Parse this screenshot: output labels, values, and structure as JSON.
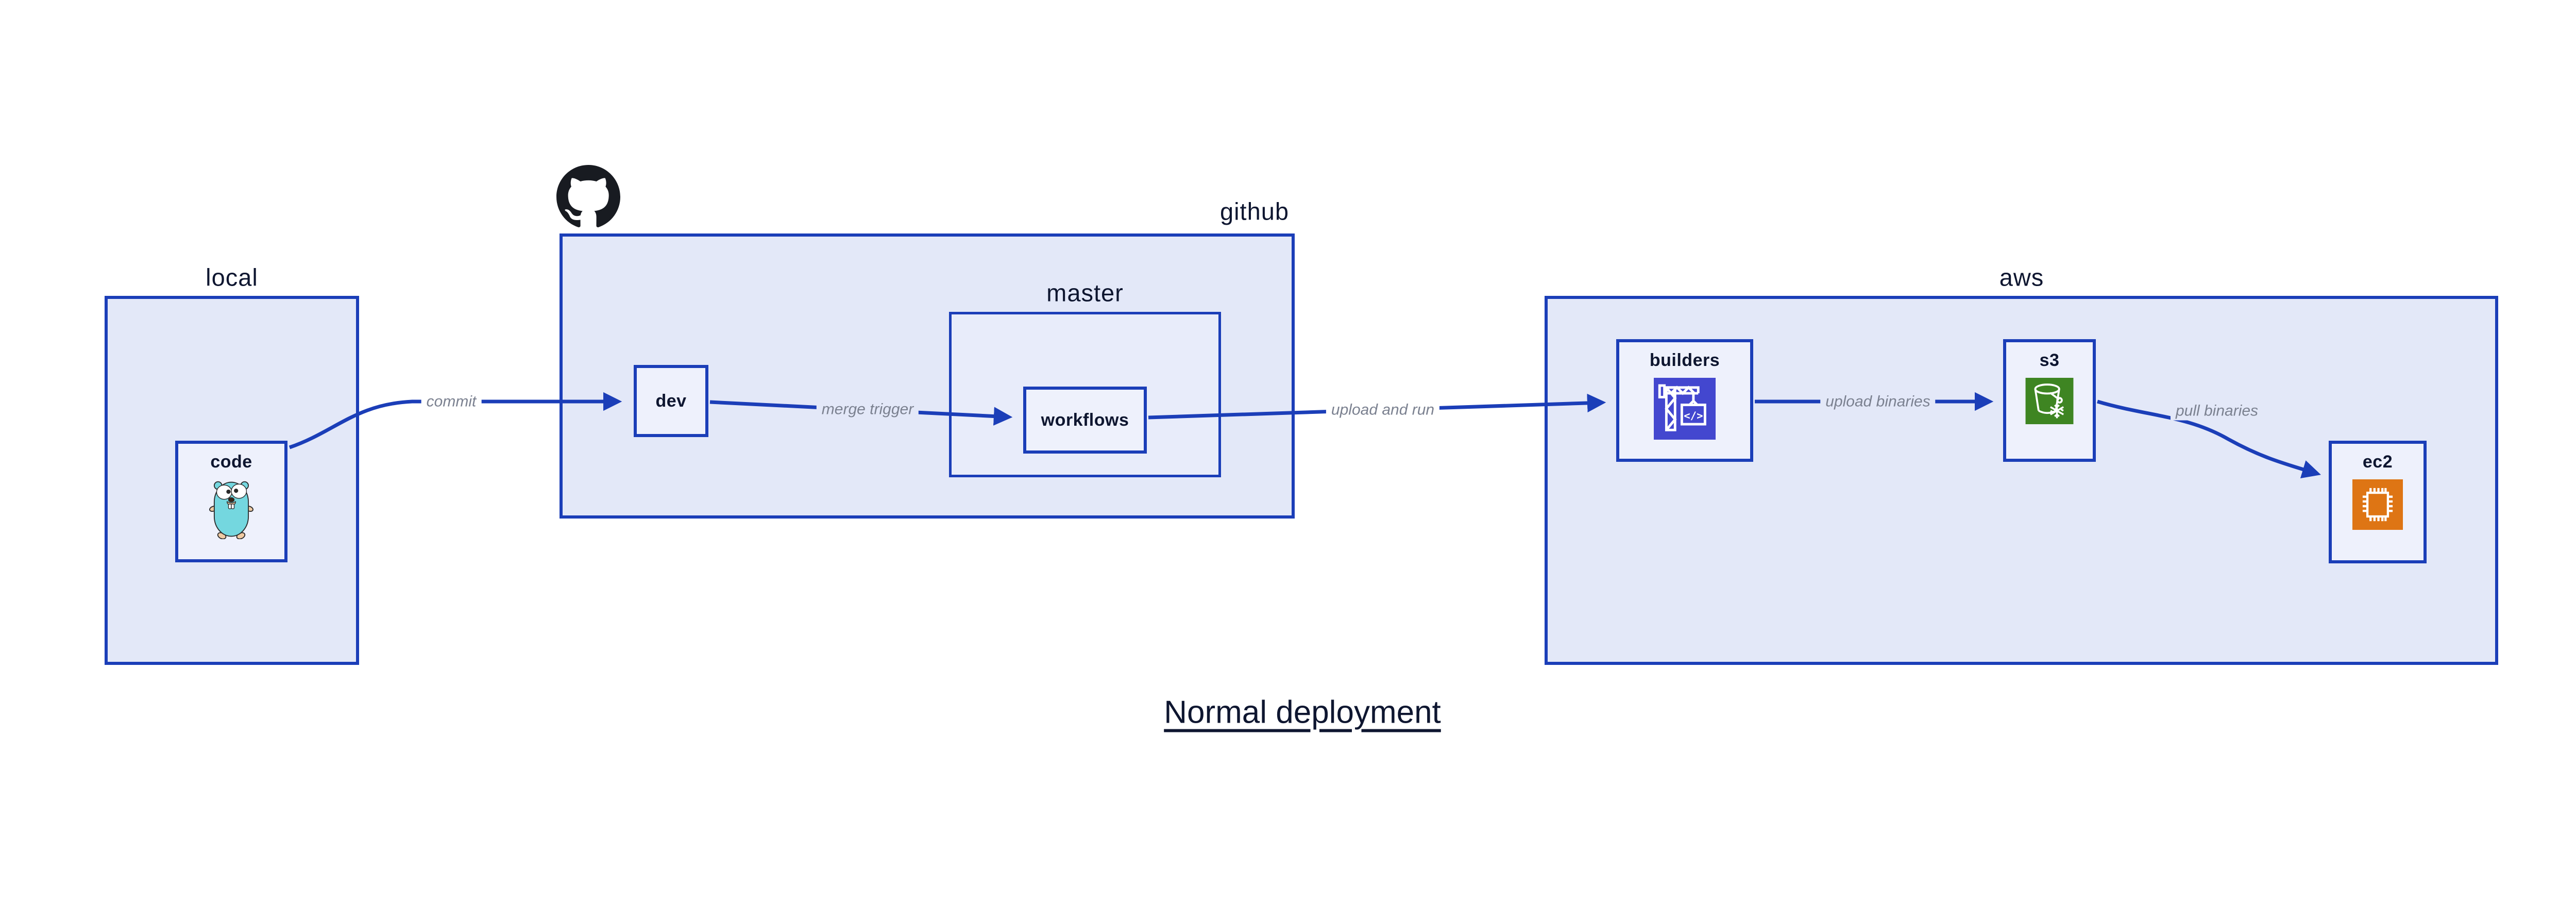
{
  "title": "Normal deployment",
  "containers": {
    "local": {
      "label": "local"
    },
    "github": {
      "label": "github"
    },
    "master": {
      "label": "master"
    },
    "aws": {
      "label": "aws"
    }
  },
  "nodes": {
    "code": {
      "label": "code",
      "icon": "go-gopher-icon"
    },
    "dev": {
      "label": "dev"
    },
    "workflows": {
      "label": "workflows"
    },
    "builders": {
      "label": "builders",
      "icon": "crane-icon"
    },
    "s3": {
      "label": "s3",
      "icon": "s3-bucket-icon"
    },
    "ec2": {
      "label": "ec2",
      "icon": "cpu-chip-icon"
    }
  },
  "edges": {
    "commit": {
      "label": "commit",
      "from": "code",
      "to": "dev"
    },
    "merge_trigger": {
      "label": "merge trigger",
      "from": "dev",
      "to": "workflows"
    },
    "upload_and_run": {
      "label": "upload and run",
      "from": "workflows",
      "to": "builders"
    },
    "upload_binaries": {
      "label": "upload binaries",
      "from": "builders",
      "to": "s3"
    },
    "pull_binaries": {
      "label": "pull binaries",
      "from": "s3",
      "to": "ec2"
    }
  },
  "icons": {
    "github_logo": "github-octocat-icon"
  },
  "theme": {
    "background": "#ffffff",
    "container_fill": "#e3e8f8",
    "container_inner_fill": "#e8ecfa",
    "node_fill": "#eef1fc",
    "stroke_blue": "#1b3eb8",
    "label_dark": "#0e1630",
    "edge_label_gray": "#7b8190",
    "octocat_black": "#181b21",
    "gopher_teal": "#74d7df",
    "gopher_outline": "#2a2a2a",
    "gopher_muzzle": "#efcaa3",
    "builders_icon_bg": "#4347cf",
    "s3_icon_bg": "#3e8522",
    "ec2_icon_bg": "#de7514",
    "icon_glyph_white": "#ffffff"
  }
}
